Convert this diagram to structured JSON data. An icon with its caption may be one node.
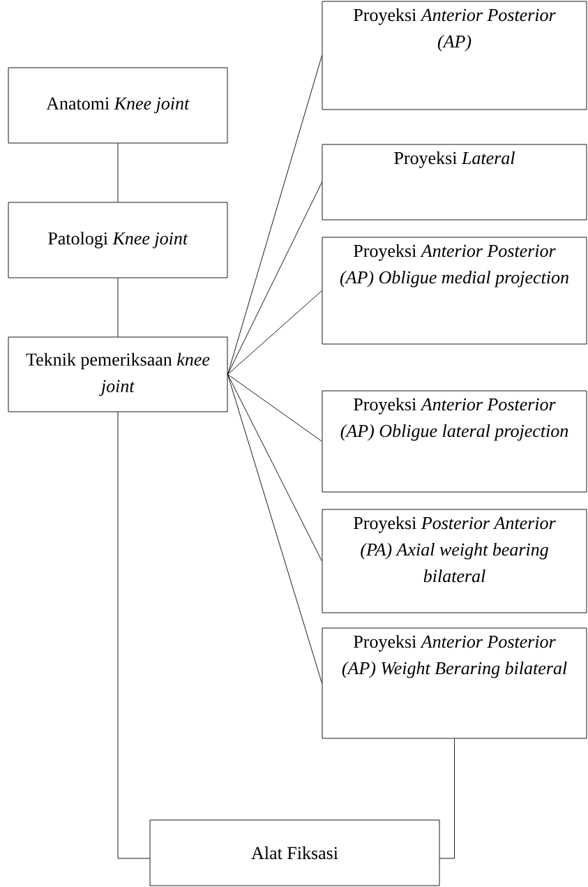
{
  "diagram": {
    "nodes": [
      {
        "text": [
          "Anatomi *Knee joint*"
        ]
      },
      {
        "text": [
          "Patologi *Knee joint*"
        ]
      },
      {
        "text": [
          "Teknik pemeriksaan *knee joint*"
        ]
      },
      {
        "text": [
          "Proyeksi *Anterior Posterior (AP)*"
        ]
      },
      {
        "text": [
          "Proyeksi *Lateral*"
        ]
      },
      {
        "text": [
          "Proyeksi *Anterior Posterior (AP) Obligue medial projection*"
        ]
      },
      {
        "text": [
          "Proyeksi *Anterior Posterior (AP) Obligue lateral projection*"
        ]
      },
      {
        "text": [
          "Proyeksi *Posterior Anterior (PA) Axial weight bearing bilateral*"
        ]
      },
      {
        "text": [
          "Proyeksi *Anterior Posterior (AP) Weight Beraring bilateral*"
        ]
      },
      {
        "text": [
          "Alat Fiksasi"
        ]
      }
    ],
    "edges": [
      {
        "from": 0,
        "to": 1,
        "arrow": "none"
      },
      {
        "from": 1,
        "to": 2,
        "arrow": "none"
      },
      {
        "from": 2,
        "to": 3,
        "arrow": "none"
      },
      {
        "from": 2,
        "to": 4,
        "arrow": "none"
      },
      {
        "from": 2,
        "to": 5,
        "arrow": "none"
      },
      {
        "from": 2,
        "to": 6,
        "arrow": "none"
      },
      {
        "from": 2,
        "to": 7,
        "arrow": "none"
      },
      {
        "from": 2,
        "to": 8,
        "arrow": "none"
      },
      {
        "from": 2,
        "to": 9,
        "arrow": "none"
      },
      {
        "from": 8,
        "to": 9,
        "arrow": "none"
      }
    ]
  }
}
